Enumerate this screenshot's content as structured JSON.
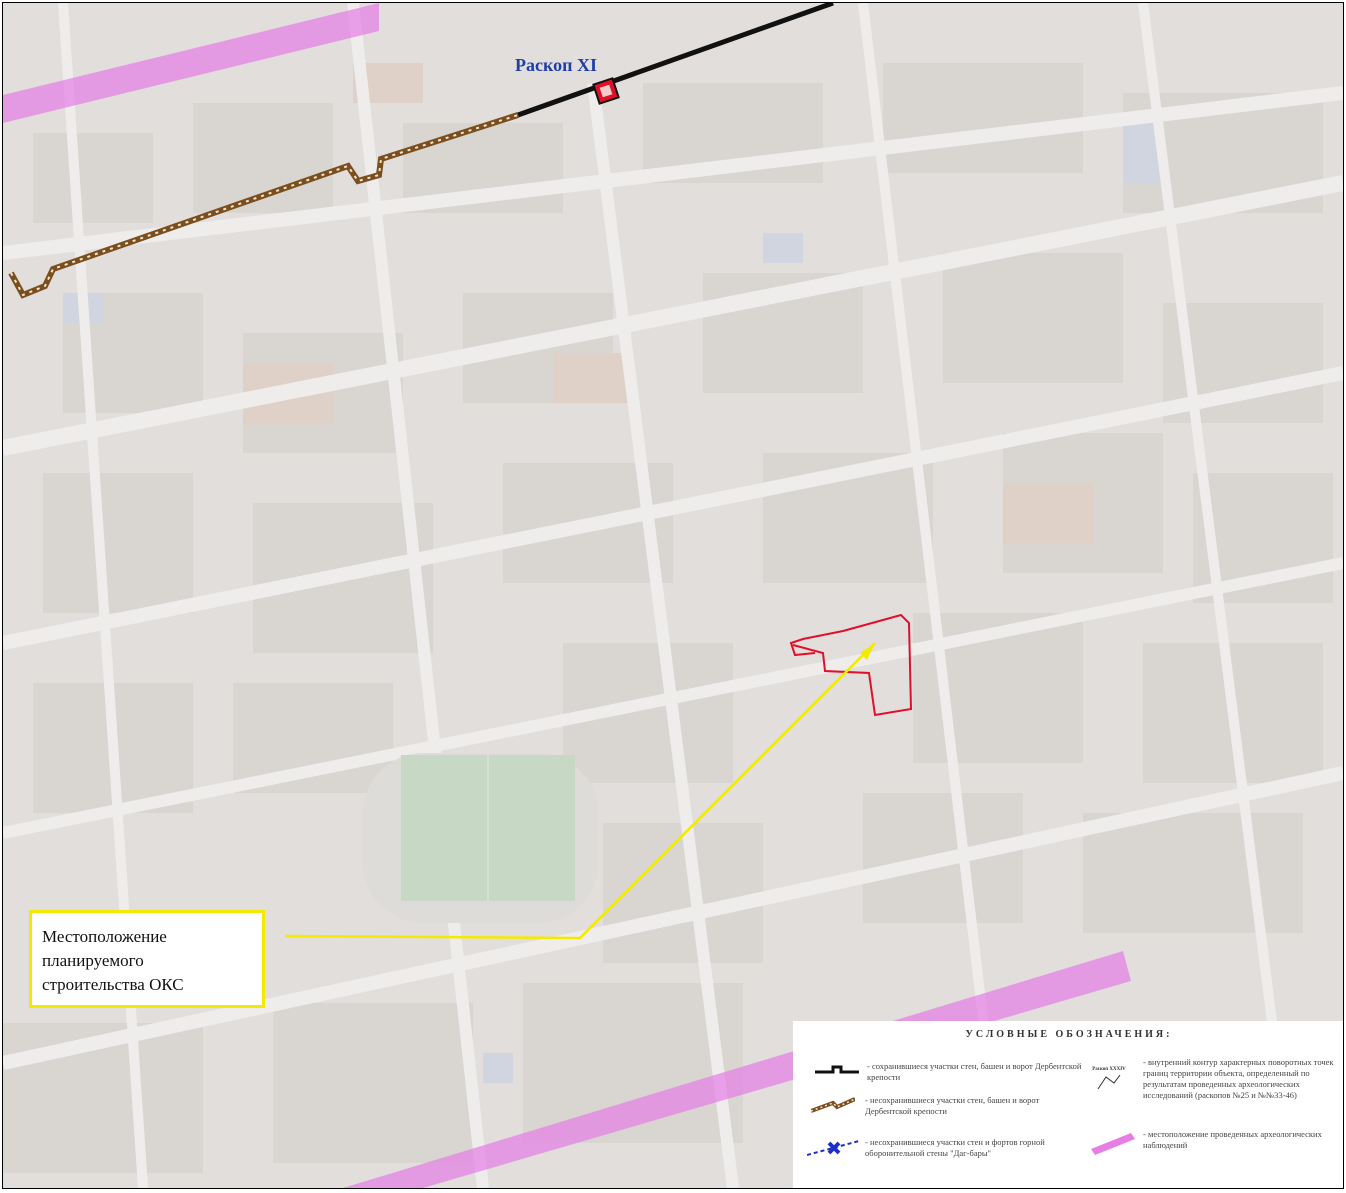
{
  "map": {
    "excavation_label": "Раскоп XI",
    "callout_lines": [
      "Местоположение",
      "планируемого",
      "строительства ОКС"
    ]
  },
  "legend": {
    "title": "УСЛОВНЫЕ ОБОЗНАЧЕНИЯ:",
    "items": [
      {
        "symbol": "preserved-wall-line",
        "text": "- сохранившиеся участки стен, башен и ворот Дербентской крепости"
      },
      {
        "symbol": "unpreserved-wall-line",
        "text": "- несохранившиеся участки стен, башен и ворот Дербентской крепости"
      },
      {
        "symbol": "mountain-wall-line",
        "text": "- несохранившиеся участки стен и фортов горной оборонительной стены \"Даг-бары\""
      },
      {
        "symbol": "contour-sample",
        "text": "- внутренний контур характерных поворотных точек границ территории объекта, определенный по результатам проведенных археологических исследований (раскопов №25 и №№33-46)"
      },
      {
        "symbol": "pink-band",
        "text": "- местоположение проведенных археологических наблюдений"
      }
    ],
    "sample_label": "Раскоп XXXIV"
  },
  "colors": {
    "preserved_wall": "#111111",
    "unpreserved_wall": "#7a4e1e",
    "mountain_wall": "#1c2fc9",
    "object_contour": "#e0102a",
    "callout_border": "#f2ea00",
    "pointer_line": "#f2ea00",
    "observation_band": "#e67ee6",
    "excavation_label": "#1f3fa8"
  }
}
